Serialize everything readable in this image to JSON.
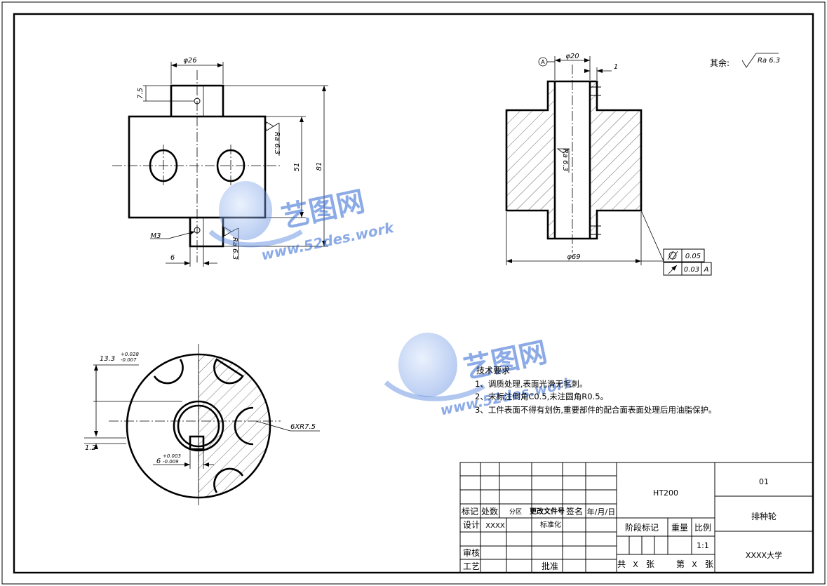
{
  "dimensions": {
    "front_width": "φ26",
    "front_top": "7.5",
    "front_mid_height": "51",
    "front_total_height": "81",
    "front_bottom_offset": "6",
    "thread": "M3",
    "section_bore": "φ20",
    "section_chamfer": "1",
    "section_outer": "φ69",
    "key_depth": "13.3",
    "key_depth_tol_upper": "+0.028",
    "key_depth_tol_lower": "-0.007",
    "key_width": "6",
    "key_width_tol_upper": "+0.003",
    "key_width_tol_lower": "-0.009",
    "key_offset": "1.2",
    "slots": "6XR7.5"
  },
  "roughness": {
    "label": "Ra 6.3",
    "other_label": "其余:",
    "other_value": "Ra 6.3"
  },
  "datum": "A",
  "tolerance_frame": [
    {
      "value": "0.05",
      "datum": ""
    },
    {
      "value": "0.03",
      "datum": "A"
    }
  ],
  "watermark": {
    "brand": "艺图网",
    "url": "www.52des.work"
  },
  "tech_requirements": {
    "title": "技术要求",
    "items": [
      "1、调质处理,表面光滑无毛刺。",
      "2、未标注倒角C0.5,未注圆角R0.5。",
      "3、工件表面不得有划伤,重要部件的配合面表面处理后用油脂保护。"
    ]
  },
  "title_block": {
    "h_mark": "标记",
    "h_count": "处数",
    "h_zone": "分区",
    "h_doc": "更改文件号",
    "h_sign": "签名",
    "h_date": "年/月/日",
    "design": "设计",
    "designer": "XXXX",
    "standard": "标准化",
    "review": "审核",
    "process": "工艺",
    "approve": "批准",
    "material": "HT200",
    "stage": "阶段标记",
    "weight": "重量",
    "scale_label": "比例",
    "scale": "1:1",
    "total": "共",
    "x1": "X",
    "sheets": "张",
    "nth": "第",
    "x2": "X",
    "sheet2": "张",
    "code": "01",
    "part_name": "排种轮",
    "company": "XXXX大学"
  }
}
